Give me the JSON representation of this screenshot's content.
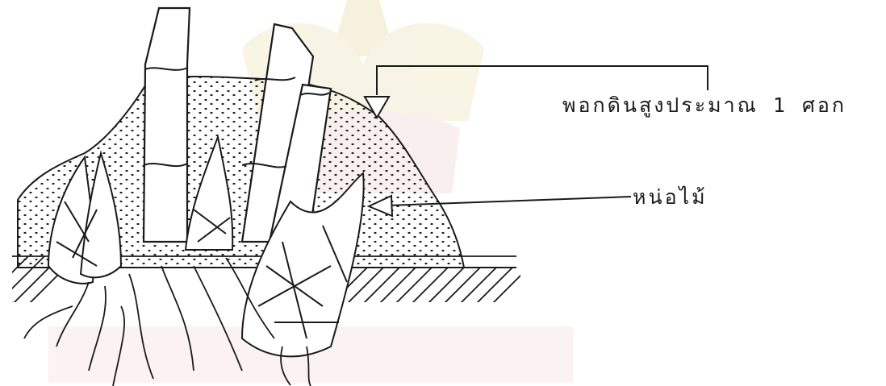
{
  "diagram": {
    "labels": {
      "soil_mound": "พอกดินสูงประมาณ 1 ศอก",
      "bamboo_shoot": "หน่อไม้"
    },
    "colors": {
      "ink": "#1a1a1a",
      "background": "#ffffff",
      "watermark": "#e9e2c4",
      "watermark_red": "#f1dcdc"
    },
    "icons": {
      "mound_pointer": "triangle-down-arrow",
      "shoot_pointer": "triangle-left-arrow"
    }
  }
}
